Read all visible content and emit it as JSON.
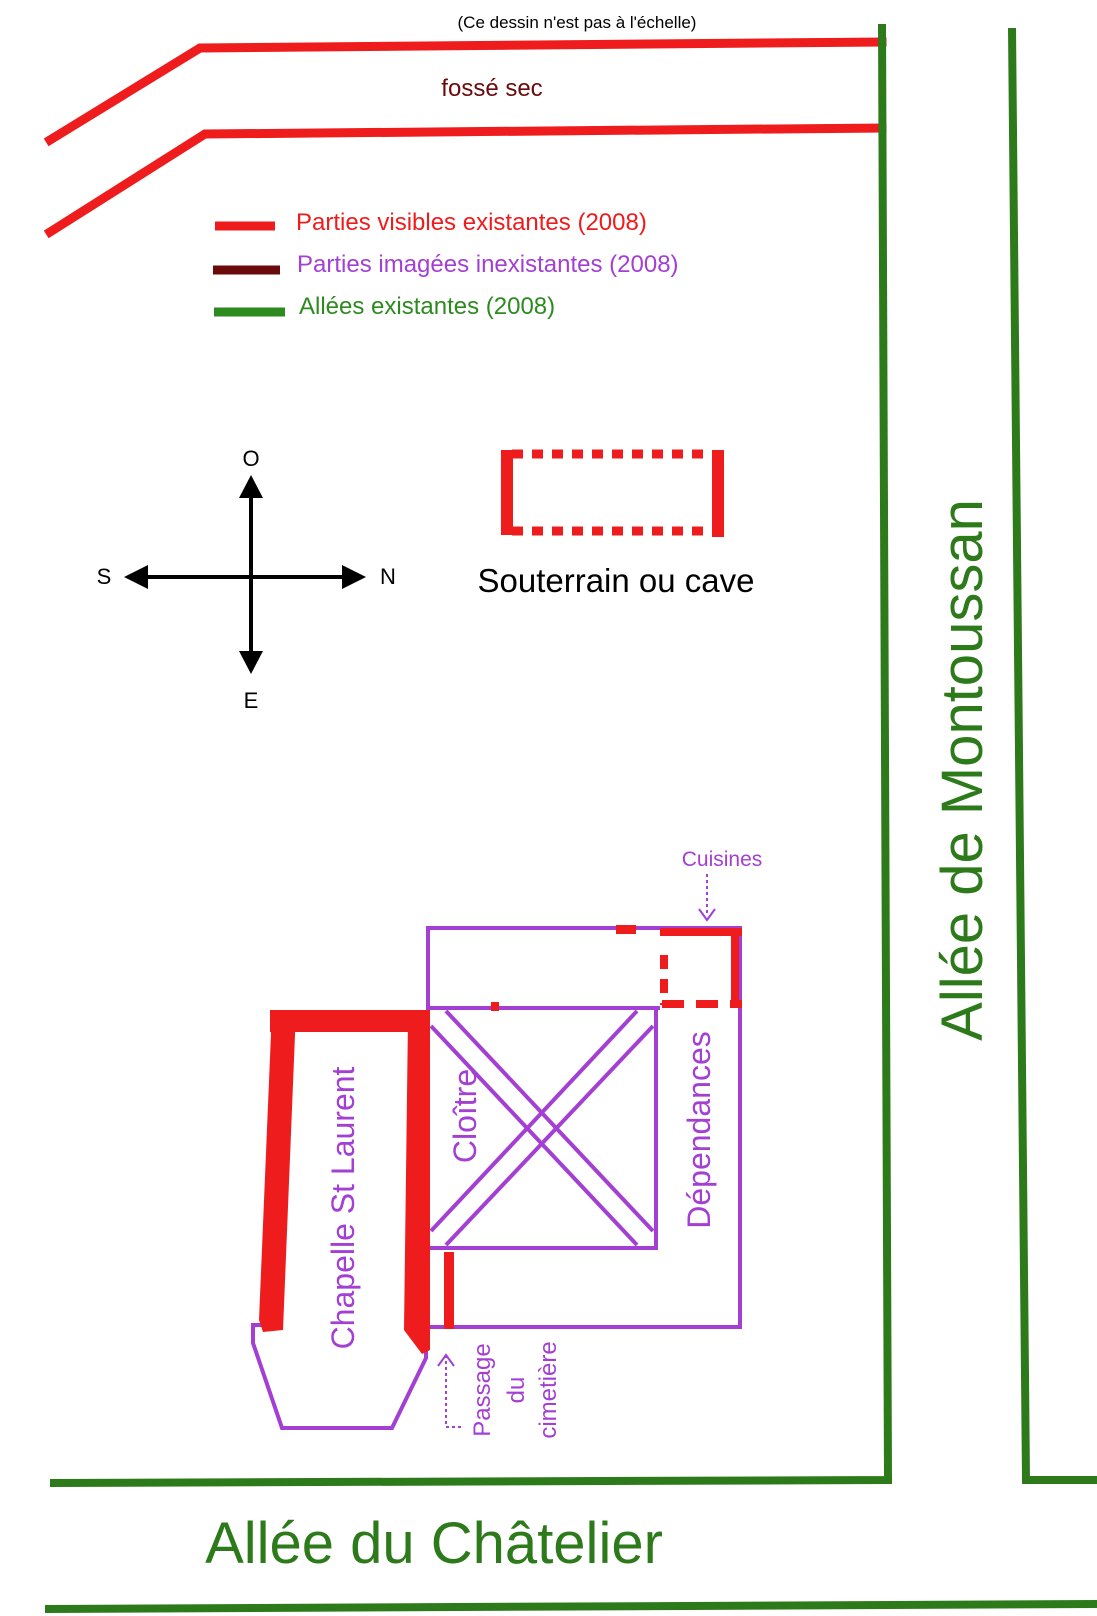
{
  "note": "(Ce dessin n'est pas à l'échelle)",
  "labels": {
    "fosse_sec": "fossé sec",
    "souterrain": "Souterrain ou cave",
    "cuisines": "Cuisines",
    "cloitre": "Cloître",
    "dependances": "Dépendances",
    "chapelle": "Chapelle St Laurent",
    "passage": [
      "Passage",
      "du",
      "cimetière"
    ],
    "allee_montoussan": "Allée de Montoussan",
    "allee_chatelier": "Allée du Châtelier"
  },
  "legend": [
    {
      "label": "Parties visibles existantes (2008)",
      "color": "#ee1c1c",
      "text_color": "#ee1c1c"
    },
    {
      "label": "Parties imagées inexistantes (2008)",
      "color": "#6b0a0a",
      "text_color": "#a43fd4"
    },
    {
      "label": "Allées existantes (2008)",
      "color": "#2d8a1f",
      "text_color": "#2d8a1f"
    }
  ],
  "compass": {
    "north": "N",
    "south": "S",
    "east": "E",
    "west": "O"
  },
  "colors": {
    "red": "#ee1c1c",
    "dark_red": "#6b0a0a",
    "purple": "#a43fd4",
    "green": "#2d7a1b",
    "black": "#000000"
  }
}
